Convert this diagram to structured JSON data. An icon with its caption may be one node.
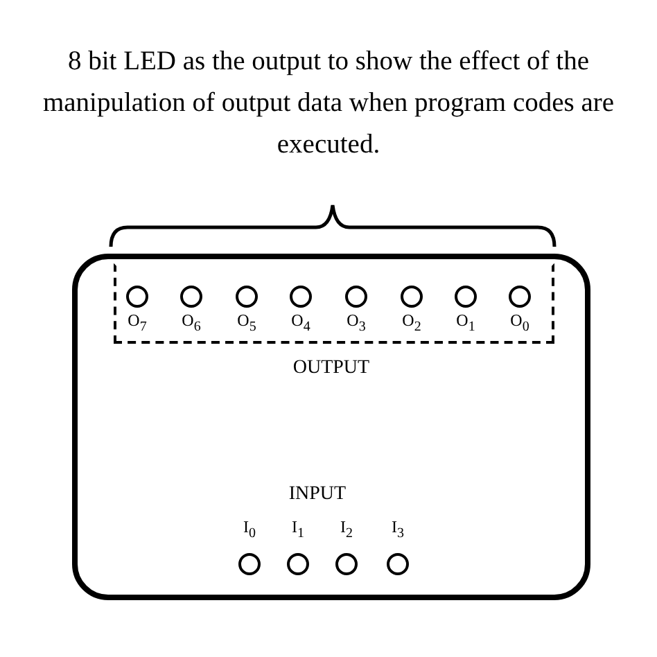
{
  "diagram": {
    "nodes": [
      {
        "text": [],
        "shape": "box"
      },
      {
        "text": [],
        "shape": "box",
        "in": 0
      },
      {
        "text": [],
        "shape": "circle",
        "in": 1,
        "beside": [
          "O$_{7}$"
        ]
      },
      {
        "text": [],
        "shape": "circle",
        "in": 1,
        "beside": [
          "O$_{6}$"
        ]
      },
      {
        "text": [],
        "shape": "circle",
        "in": 1,
        "beside": [
          "O$_{5}$"
        ]
      },
      {
        "text": [],
        "shape": "circle",
        "in": 1,
        "beside": [
          "O$_{4}$"
        ]
      },
      {
        "text": [],
        "shape": "circle",
        "in": 1,
        "beside": [
          "O$_{3}$"
        ]
      },
      {
        "text": [],
        "shape": "circle",
        "in": 1,
        "beside": [
          "O$_{2}$"
        ]
      },
      {
        "text": [],
        "shape": "circle",
        "in": 1,
        "beside": [
          "O$_{1}$"
        ]
      },
      {
        "text": [],
        "shape": "circle",
        "in": 1,
        "beside": [
          "O$_{0}$"
        ]
      },
      {
        "text": [],
        "shape": "circle",
        "in": 0,
        "beside": [
          "I$_{0}$"
        ]
      },
      {
        "text": [],
        "shape": "circle",
        "in": 0,
        "beside": [
          "I$_{1}$"
        ]
      },
      {
        "text": [],
        "shape": "circle",
        "in": 0,
        "beside": [
          "I$_{2}$"
        ]
      },
      {
        "text": [],
        "shape": "circle",
        "in": 0,
        "beside": [
          "I$_{3}$"
        ]
      }
    ],
    "edges": [],
    "labels": [
      "8 bit LED as the output to show the effect of the manipulation of output data when program codes are executed.",
      "OUTPUT",
      "INPUT"
    ]
  }
}
